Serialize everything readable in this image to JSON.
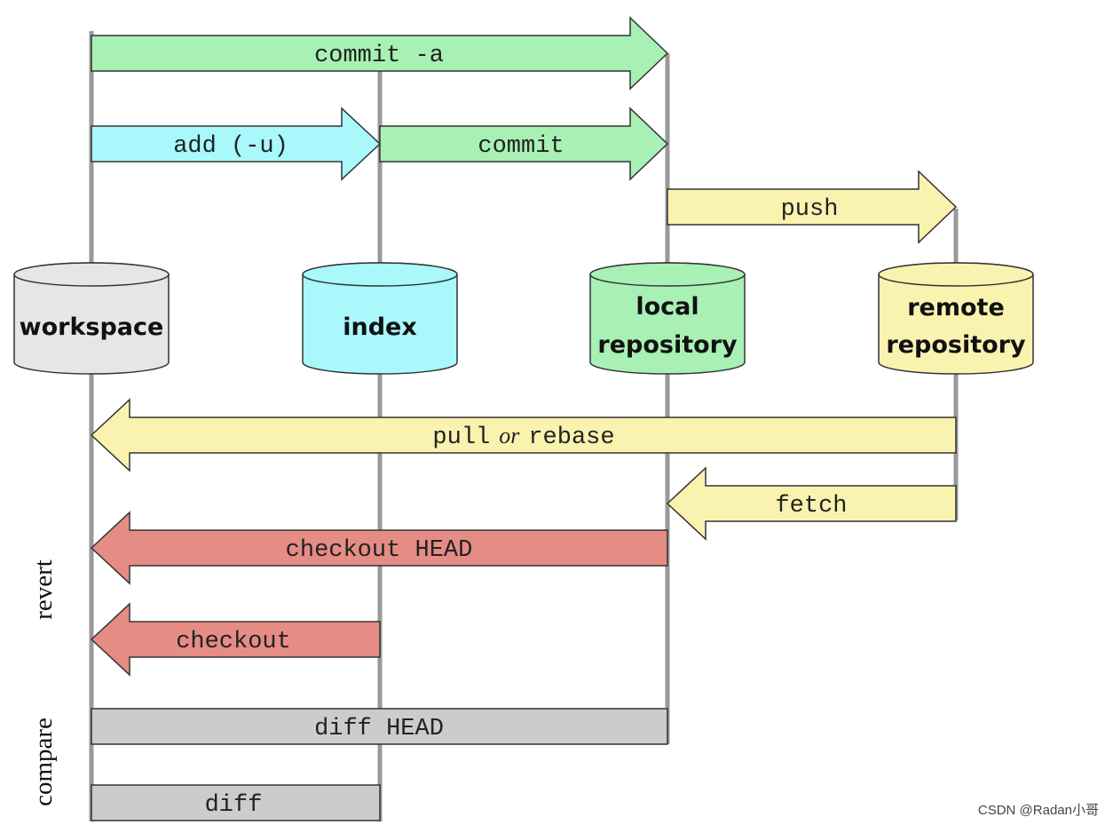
{
  "colors": {
    "green": "#a8f0b4",
    "cyan": "#a8f8fc",
    "yellow": "#faf3b0",
    "red": "#e58c84",
    "gray": "#cccccc",
    "workspace": "#e6e6e6",
    "lane": "#999999"
  },
  "stores": {
    "workspace": {
      "lines": [
        "workspace"
      ]
    },
    "index": {
      "lines": [
        "index"
      ]
    },
    "local": {
      "lines": [
        "local",
        "repository"
      ]
    },
    "remote": {
      "lines": [
        "remote",
        "repository"
      ]
    }
  },
  "operations": {
    "commit_a": "commit -a",
    "add": "add (-u)",
    "commit": "commit",
    "push": "push",
    "pull_word": "pull",
    "or_word": "or",
    "rebase_word": "rebase",
    "fetch": "fetch",
    "checkout_head": "checkout HEAD",
    "checkout": "checkout",
    "diff_head": "diff HEAD",
    "diff": "diff"
  },
  "side_labels": {
    "revert": "revert",
    "compare": "compare"
  },
  "watermark": "CSDN @Radan小哥"
}
